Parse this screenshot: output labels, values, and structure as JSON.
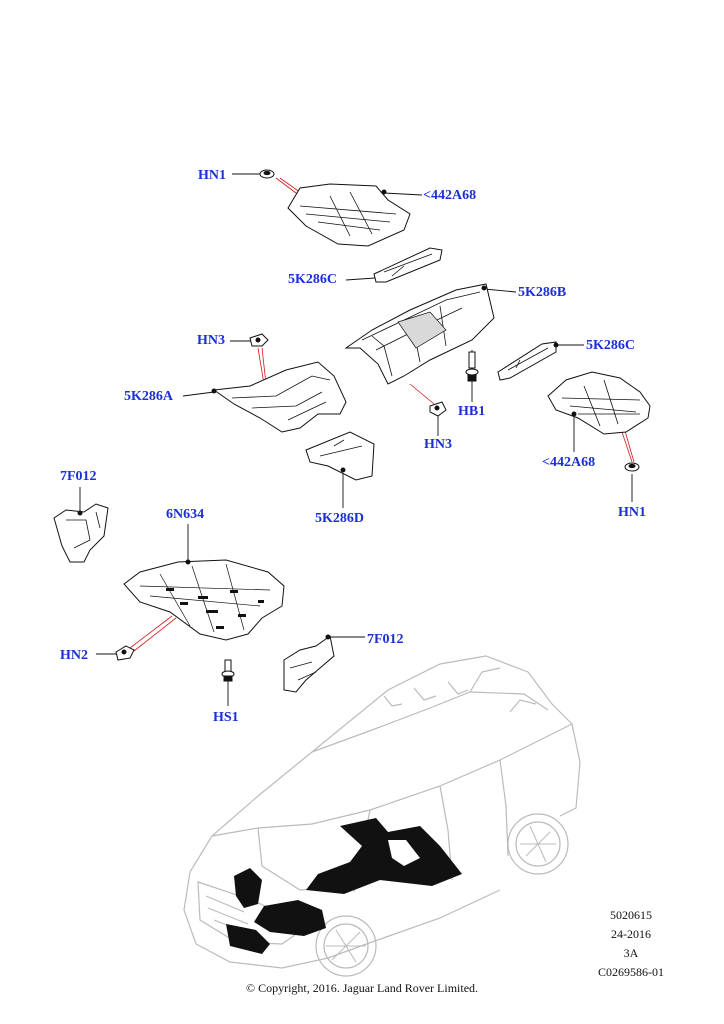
{
  "callouts": {
    "hn1_top": "HN1",
    "a442a68_top": "<442A68",
    "k5k286c_mid": "5K286C",
    "k5k286b": "5K286B",
    "hn3_left": "HN3",
    "k5k286c_right": "5K286C",
    "k5k286a": "5K286A",
    "hb1": "HB1",
    "hn3_mid": "HN3",
    "a442a68_right": "<442A68",
    "f7f012_left": "7F012",
    "k5k286d": "5K286D",
    "hn1_right": "HN1",
    "n6n634": "6N634",
    "f7f012_mid": "7F012",
    "hn2": "HN2",
    "hs1": "HS1"
  },
  "meta": {
    "code": "5020615",
    "date": "24-2016",
    "rev": "3A",
    "ref": "C0269586-01"
  },
  "copyright": "© Copyright, 2016. Jaguar Land Rover Limited."
}
